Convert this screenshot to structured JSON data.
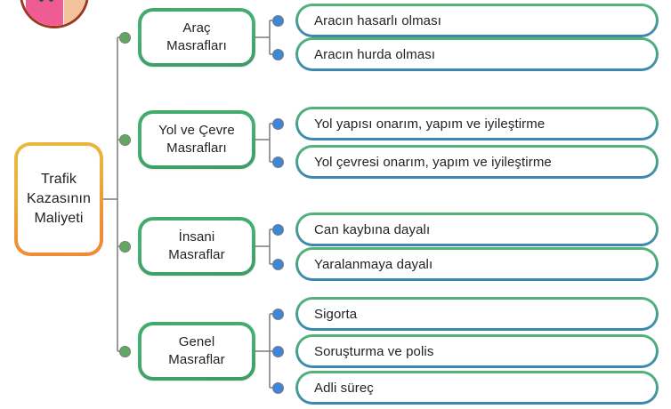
{
  "diagram": {
    "type": "mind-map",
    "title_node": {
      "label": "Trafik\nKazasının\nMaliyeti",
      "line1": "Trafik",
      "line2": "Kazasının",
      "line3": "Maliyeti",
      "border_color_start": "#e8b93f",
      "border_color_end": "#f08a33"
    },
    "branch_color": "#3faa6a",
    "leaf_color_start": "#55b377",
    "leaf_color_end": "#3b84b4",
    "bullet_green": "#60a860",
    "bullet_blue": "#3d86d8",
    "connector_color": "#808285",
    "badge": {
      "name": "traffic-accident-illustration",
      "ring_color": "#9f3620"
    },
    "branches": [
      {
        "id": "arac-masraflari",
        "label_line1": "Araç",
        "label_line2": "Masrafları",
        "label": "Araç Masrafları",
        "children": [
          {
            "label": "Aracın hasarlı olması"
          },
          {
            "label": "Aracın hurda olması"
          }
        ]
      },
      {
        "id": "yol-ve-cevre-masraflari",
        "label_line1": "Yol ve Çevre",
        "label_line2": "Masrafları",
        "label": "Yol ve Çevre Masrafları",
        "children": [
          {
            "label": "Yol yapısı onarım, yapım ve iyileştirme"
          },
          {
            "label": "Yol çevresi onarım, yapım ve iyileştirme"
          }
        ]
      },
      {
        "id": "insani-masraflar",
        "label_line1": "İnsani",
        "label_line2": "Masraflar",
        "label": "İnsani Masraflar",
        "children": [
          {
            "label": "Can kaybına dayalı"
          },
          {
            "label": "Yaralanmaya dayalı"
          }
        ]
      },
      {
        "id": "genel-masraflar",
        "label_line1": "Genel",
        "label_line2": "Masraflar",
        "label": "Genel Masraflar",
        "children": [
          {
            "label": "Sigorta"
          },
          {
            "label": "Soruşturma ve polis"
          },
          {
            "label": "Adli süreç"
          }
        ]
      }
    ]
  }
}
